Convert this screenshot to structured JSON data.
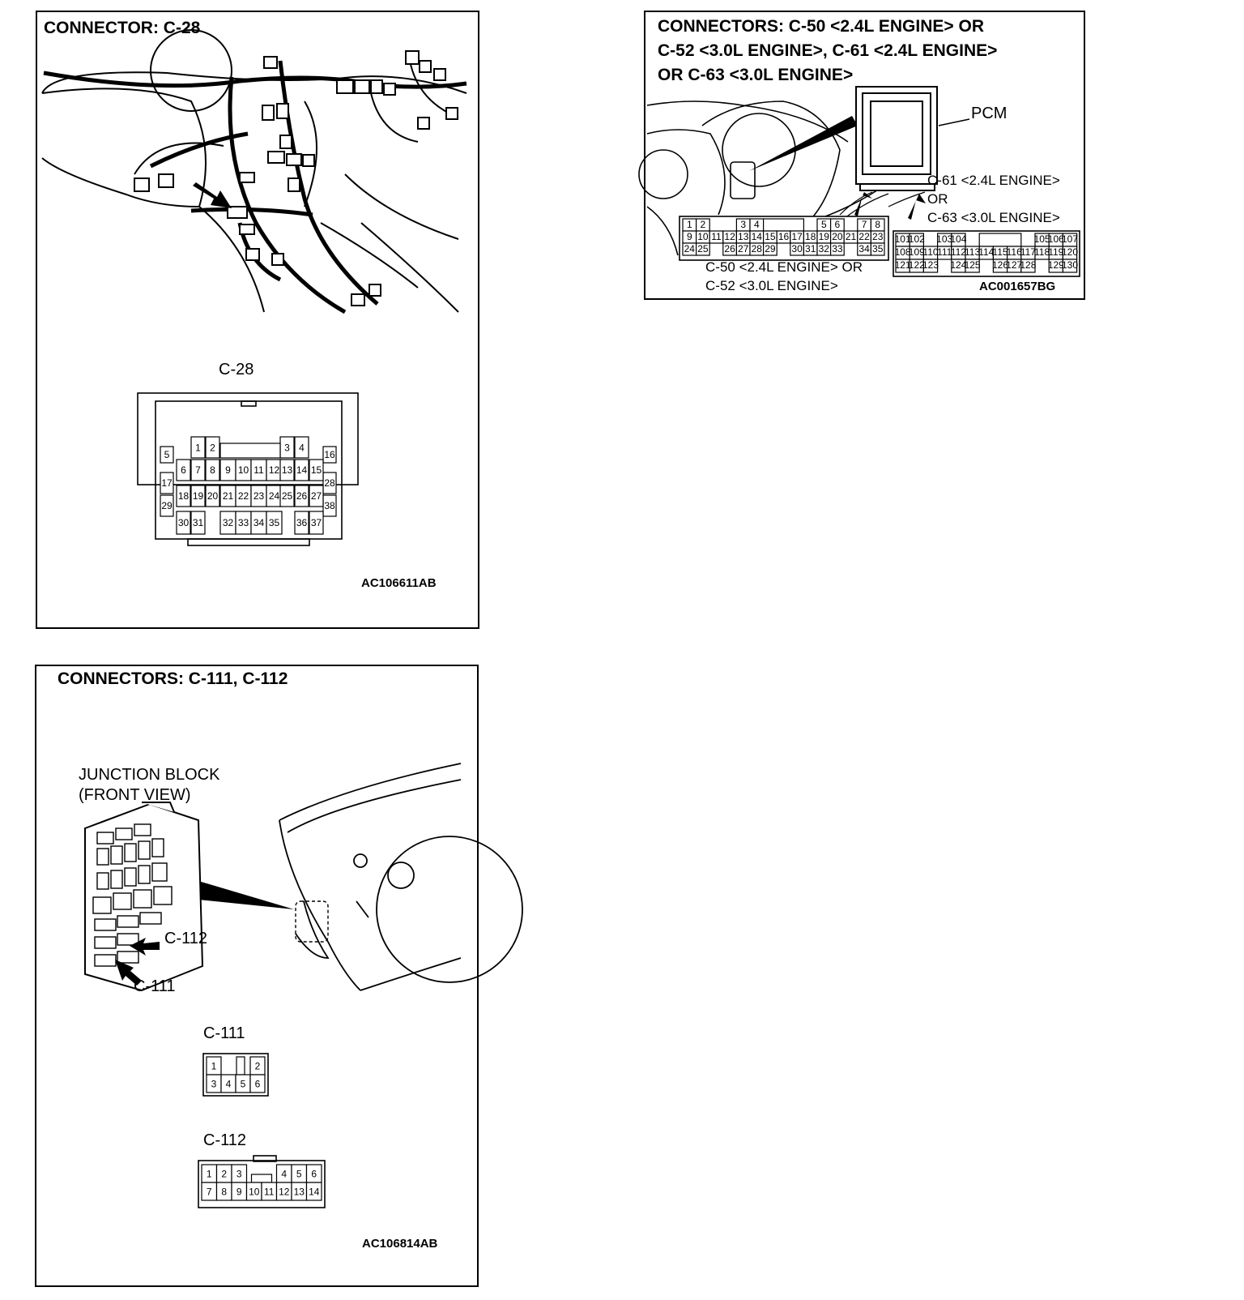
{
  "panel_c28": {
    "title": "CONNECTOR: C-28",
    "connector_label": "C-28",
    "code": "AC106611AB",
    "pins": {
      "left": [
        "5",
        "17",
        "29"
      ],
      "right": [
        "16",
        "28",
        "38"
      ],
      "top_row": [
        "1",
        "2",
        "3",
        "4"
      ],
      "row2": [
        "6",
        "7",
        "8",
        "9",
        "10",
        "11",
        "12",
        "13",
        "14",
        "15"
      ],
      "row3": [
        "18",
        "19",
        "20",
        "21",
        "22",
        "23",
        "24",
        "25",
        "26",
        "27"
      ],
      "row4": [
        "30",
        "31",
        "32",
        "33",
        "34",
        "35",
        "36",
        "37"
      ]
    }
  },
  "panel_pcm": {
    "title_line1": "CONNECTORS: C-50 <2.4L ENGINE> OR",
    "title_line2": "C-52 <3.0L ENGINE>, C-61 <2.4L ENGINE>",
    "title_line3": "OR C-63 <3.0L ENGINE>",
    "pcm_label": "PCM",
    "c61_label": "C-61 <2.4L ENGINE>",
    "or_label": "OR",
    "c63_label": "C-63 <3.0L ENGINE>",
    "c50_label": "C-50 <2.4L ENGINE> OR",
    "c52_label": "C-52 <3.0L ENGINE>",
    "code": "AC001657BG",
    "left_pins": {
      "row1": [
        "1",
        "2",
        "3",
        "4",
        "5",
        "6",
        "7",
        "8"
      ],
      "row2": [
        "9",
        "10",
        "11",
        "12",
        "13",
        "14",
        "15",
        "16",
        "17",
        "18",
        "19",
        "20",
        "21",
        "22",
        "23"
      ],
      "row3": [
        "24",
        "25",
        "26",
        "27",
        "28",
        "29",
        "30",
        "31",
        "32",
        "33",
        "34",
        "35"
      ]
    },
    "right_pins": {
      "row1": [
        "101",
        "102",
        "103",
        "104",
        "105",
        "106",
        "107"
      ],
      "row2": [
        "108",
        "109",
        "110",
        "111",
        "112",
        "113",
        "114",
        "115",
        "116",
        "117",
        "118",
        "119",
        "120"
      ],
      "row3": [
        "121",
        "122",
        "123",
        "124",
        "125",
        "126",
        "127",
        "128",
        "129",
        "130"
      ]
    }
  },
  "panel_jb": {
    "title": "CONNECTORS: C-111, C-112",
    "jb_line1": "JUNCTION BLOCK",
    "jb_line2": "(FRONT VIEW)",
    "c112_callout": "C-112",
    "c111_callout": "C-111",
    "c111_label": "C-111",
    "c112_label": "C-112",
    "code": "AC106814AB",
    "c111_pins": {
      "row1": [
        "1",
        "2"
      ],
      "row2": [
        "3",
        "4",
        "5",
        "6"
      ]
    },
    "c112_pins": {
      "row1": [
        "1",
        "2",
        "3",
        "4",
        "5",
        "6"
      ],
      "row2": [
        "7",
        "8",
        "9",
        "10",
        "11",
        "12",
        "13",
        "14"
      ]
    }
  }
}
